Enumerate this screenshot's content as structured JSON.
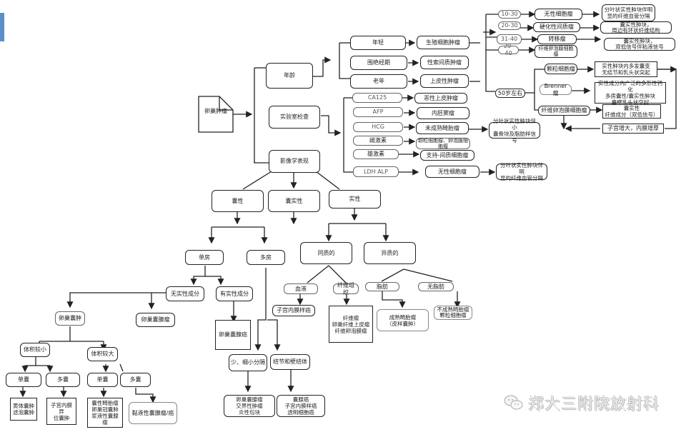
{
  "root": {
    "label": "卵巢肿瘤"
  },
  "branches": {
    "age": "年龄",
    "lab": "实验室检查",
    "imaging": "影像学表现"
  },
  "age_groups": {
    "young": {
      "label": "年轻",
      "tumor": "生殖细胞肿瘤"
    },
    "perimenopause": {
      "label": "围绝经期",
      "tumor": "性索间质肿瘤"
    },
    "elderly": {
      "label": "老年",
      "tumor": "上皮性肿瘤"
    }
  },
  "age_ranges": [
    {
      "range": "10-30",
      "tumor": "无性细胞瘤",
      "feature": "分叶状实性肿块伴明\n显的纤维血管分隔"
    },
    {
      "range": "20-30",
      "tumor": "硬化性间质瘤",
      "feature": "囊实性肿块，\n周边有环状纤维结构"
    },
    {
      "range": "31-40",
      "tumor": "转移瘤",
      "feature": "囊实性肿块，\n双低信号伴粘液信号"
    },
    {
      "range": "20-40",
      "tumor": "纤维卵泡膜细胞\n瘤"
    }
  ],
  "age_50": {
    "label": "50岁左右",
    "items": [
      {
        "tumor": "颗粒细胞瘤",
        "feature": "实性肿块内多发囊变\n无结节和乳头状突起"
      },
      {
        "tumor": "Brenner瘤",
        "feature": "实性成分内广泛的多形性钙化\n多房囊性/囊实性肿块\n囊壁乳头状突起"
      },
      {
        "tumor": "纤维卵泡膜细胞瘤",
        "feature": "囊实性\n纤维成分（双低信号）"
      }
    ],
    "uterus": "子宫增大，内膜增厚"
  },
  "lab_tests": [
    {
      "marker": "CA125",
      "tumor": "恶性上皮肿瘤"
    },
    {
      "marker": "AFP",
      "tumor": "内胚窦瘤"
    },
    {
      "marker": "HCG",
      "tumor": "未成熟畸胎瘤",
      "feature": "分叶状实性肿块伴小\n囊骨块及脂肪样信号"
    },
    {
      "marker": "雌激素",
      "tumor": "颗粒细胞瘤、卵泡膜细\n胞瘤"
    },
    {
      "marker": "雄激素",
      "tumor": "支持-间质细胞瘤"
    },
    {
      "marker": "LDH ALP",
      "tumor": "无性细胞瘤",
      "feature": "分叶状实性肿块伴明\n显的纤维血管分隔"
    }
  ],
  "imaging": {
    "cystic": "囊性",
    "cystic_solid": "囊实性",
    "solid": "实性",
    "unilocular": "单房",
    "multilocular": "多房",
    "no_solid": "无实性成分",
    "with_solid": "有实性成分",
    "ovarian_cyst": "卵巢囊肿",
    "cystadenoma": "卵巢囊腺瘤",
    "cystadenocarcinoma": "卵巢囊腺癌",
    "small_volume": "体积较小",
    "large_volume": "体积较大",
    "small_single": "单囊",
    "small_multi": "多囊",
    "large_single": "单囊",
    "large_multi": "多囊",
    "small_single_result": "黄体囊肿\n滤泡囊肿",
    "small_multi_result": "子宫内膜异\n位囊肿",
    "large_single_result": "囊性畸胎瘤\n卵巢冠囊肿\n浆液性囊腺瘤",
    "large_multi_result": "黏液性囊腺瘤/癌",
    "few_septa": "少、细小分隔",
    "nodules": "结节和壁结体",
    "few_septa_result": "卵巢囊腺瘤\n交界性肿瘤\n炎性包块",
    "nodules_result": "囊腺癌\n子宫内膜样癌\n透明细胞癌",
    "homogeneous": "同质的",
    "heterogeneous": "异质的",
    "blood": "血液",
    "fibrous": "纤维组织",
    "fat": "脂肪",
    "no_fat": "无脂肪",
    "blood_result": "子宫内膜样癌",
    "fibrous_result": "纤维瘤\n卵巢纤维上皮瘤\n纤维卵泡膜瘤",
    "fat_result": "成熟畸胎瘤\n（皮样囊肿）",
    "no_fat_result": "不成熟畸胎瘤\n颗粒细胞瘤"
  },
  "watermark": "郑大三附院放射科",
  "colors": {
    "line": "#222222",
    "accent": "#5b8fc9",
    "watermark": "#ececec"
  }
}
